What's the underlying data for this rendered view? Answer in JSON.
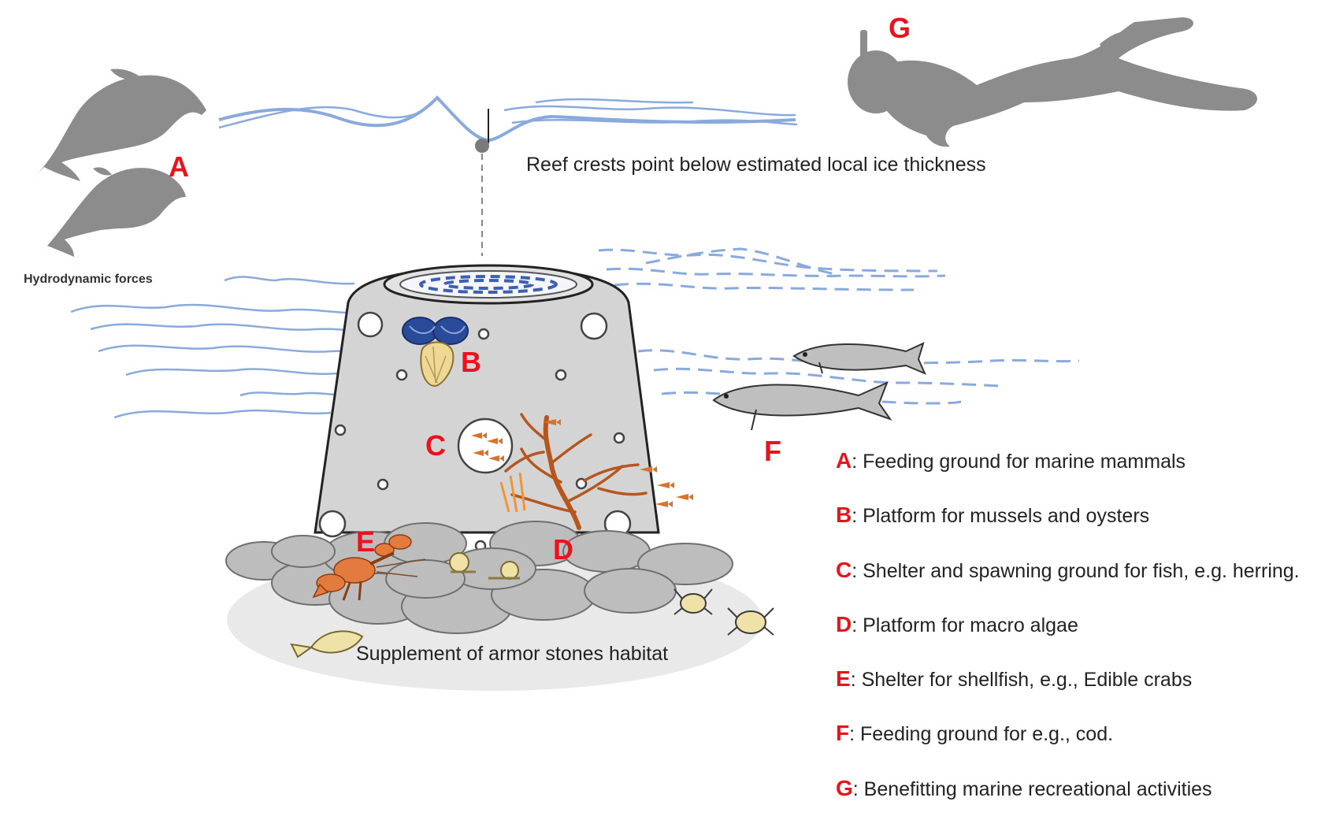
{
  "labels": {
    "A": "A",
    "B": "B",
    "C": "C",
    "D": "D",
    "E": "E",
    "F": "F",
    "G": "G"
  },
  "captions": {
    "reef_crest": "Reef crests point below estimated local ice thickness",
    "hydrodynamic": "Hydrodynamic forces",
    "armor_stones": "Supplement of armor stones habitat"
  },
  "legend": [
    {
      "key": "A",
      "text": ": Feeding ground for marine mammals"
    },
    {
      "key": "B",
      "text": ": Platform for mussels and oysters"
    },
    {
      "key": "C",
      "text": ": Shelter and spawning ground for fish, e.g. herring."
    },
    {
      "key": "D",
      "text": ": Platform for macro algae"
    },
    {
      "key": "E",
      "text": ": Shelter for shellfish, e.g., Edible crabs"
    },
    {
      "key": "F",
      "text": ": Feeding ground for e.g., cod."
    },
    {
      "key": "G",
      "text": ": Benefitting marine recreational activities"
    }
  ],
  "icons": {
    "dolphin": "dolphin-silhouette-icon",
    "snorkeler": "snorkeler-silhouette-icon",
    "mussel": "mussel-icon",
    "oyster": "oyster-icon",
    "fish": "cod-fish-icon",
    "lobster": "lobster-icon",
    "crab": "crab-icon",
    "snail": "snail-icon",
    "flatfish": "flatfish-icon",
    "algae": "macro-algae-icon"
  },
  "colors": {
    "label_red": "#e8141b",
    "water_blue": "#8aa9dc",
    "silhouette_gray": "#8c8c8c",
    "reef_gray": "#d4d4d4",
    "algae_orange": "#b5561e"
  }
}
